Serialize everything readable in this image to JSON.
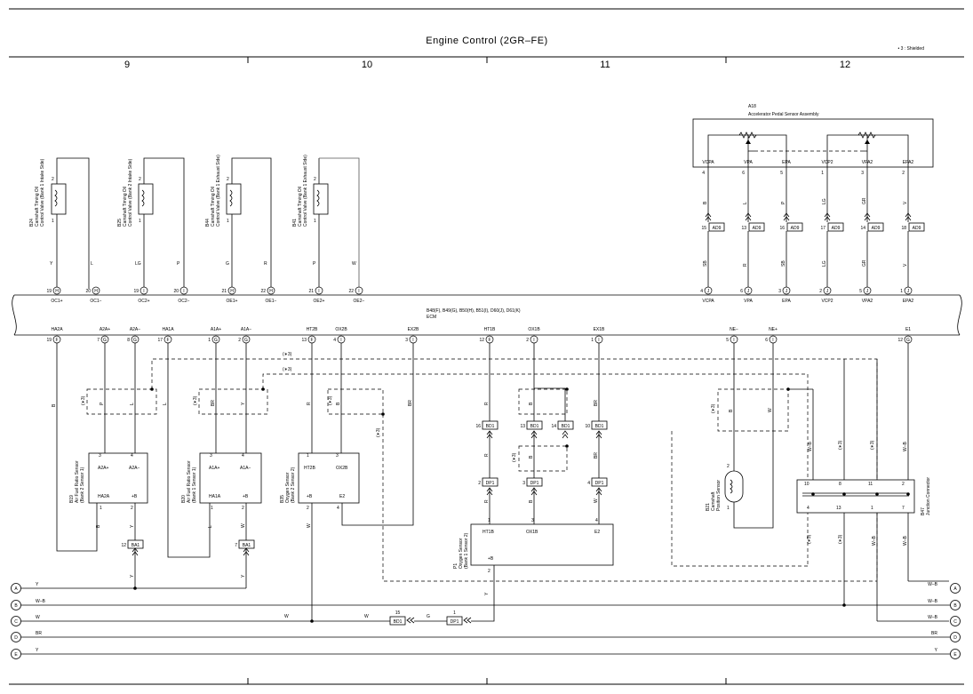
{
  "header": {
    "title": "Engine Control (2GR–FE)",
    "note": "• 3 : Shielded",
    "columns": [
      "9",
      "10",
      "11",
      "12"
    ]
  },
  "ecm": {
    "label_line1": "B48(F), B49(G), B50(H), B51(I), D60(J), D61(K)",
    "label_line2": "ECM",
    "top_pins": [
      {
        "num": "19",
        "conn": "H",
        "name": "OC1+"
      },
      {
        "num": "20",
        "conn": "H",
        "name": "OC1−"
      },
      {
        "num": "19",
        "conn": "I",
        "name": "OC2+"
      },
      {
        "num": "20",
        "conn": "I",
        "name": "OC2−"
      },
      {
        "num": "21",
        "conn": "H",
        "name": "OE1+"
      },
      {
        "num": "22",
        "conn": "H",
        "name": "OE1−"
      },
      {
        "num": "21",
        "conn": "I",
        "name": "OE2+"
      },
      {
        "num": "22",
        "conn": "I",
        "name": "OE2−"
      },
      {
        "num": "4",
        "conn": "J",
        "name": "VCPA"
      },
      {
        "num": "6",
        "conn": "J",
        "name": "VPA"
      },
      {
        "num": "3",
        "conn": "J",
        "name": "EPA"
      },
      {
        "num": "2",
        "conn": "J",
        "name": "VCP2"
      },
      {
        "num": "5",
        "conn": "J",
        "name": "VPA2"
      },
      {
        "num": "1",
        "conn": "J",
        "name": "EPA2"
      }
    ],
    "bottom_pins": [
      {
        "num": "19",
        "conn": "F",
        "name": "HA2A"
      },
      {
        "num": "7",
        "conn": "G",
        "name": "A2A+"
      },
      {
        "num": "8",
        "conn": "G",
        "name": "A2A−"
      },
      {
        "num": "17",
        "conn": "F",
        "name": "HA1A"
      },
      {
        "num": "1",
        "conn": "G",
        "name": "A1A+"
      },
      {
        "num": "2",
        "conn": "G",
        "name": "A1A−"
      },
      {
        "num": "13",
        "conn": "F",
        "name": "HT2B"
      },
      {
        "num": "4",
        "conn": "I",
        "name": "OX2B"
      },
      {
        "num": "3",
        "conn": "I",
        "name": "EX2B"
      },
      {
        "num": "12",
        "conn": "F",
        "name": "HT1B"
      },
      {
        "num": "2",
        "conn": "I",
        "name": "OX1B"
      },
      {
        "num": "1",
        "conn": "I",
        "name": "EX1B"
      },
      {
        "num": "5",
        "conn": "I",
        "name": "NE−"
      },
      {
        "num": "6",
        "conn": "I",
        "name": "NE+"
      },
      {
        "num": "12",
        "conn": "G",
        "name": "E1"
      }
    ]
  },
  "ocv": [
    {
      "code": "B24",
      "line1": "Camshaft Timing Oil",
      "line2": "Control Valve (Bank 1 Intake Side)",
      "w1": "Y",
      "w2": "L"
    },
    {
      "code": "B25",
      "line1": "Camshaft Timing Oil",
      "line2": "Control Valve (Bank 2 Intake Side)",
      "w1": "LG",
      "w2": "P"
    },
    {
      "code": "B44",
      "line1": "Camshaft Timing Oil",
      "line2": "Control Valve (Bank 1 Exhaust Side)",
      "w1": "G",
      "w2": "R"
    },
    {
      "code": "B41",
      "line1": "Camshaft Timing Oil",
      "line2": "Control Valve (Bank 1 Exhaust Side)",
      "w1": "P",
      "w2": "W"
    }
  ],
  "ocv_pins": {
    "upper": "2",
    "lower": "1"
  },
  "accel": {
    "code": "A18",
    "name": "Accelerator Pedal Sensor Assembly",
    "pins": [
      {
        "name": "VCPA",
        "pin": "4",
        "upper": "B",
        "lower": "SB",
        "conn_num": "15",
        "conn": "AD9"
      },
      {
        "name": "VPA",
        "pin": "6",
        "upper": "L",
        "lower": "R",
        "conn_num": "13",
        "conn": "AD9"
      },
      {
        "name": "EPA",
        "pin": "5",
        "upper": "P",
        "lower": "SB",
        "conn_num": "16",
        "conn": "AD9"
      },
      {
        "name": "VCP2",
        "pin": "1",
        "upper": "LG",
        "lower": "LG",
        "conn_num": "17",
        "conn": "AD9"
      },
      {
        "name": "VPA2",
        "pin": "3",
        "upper": "GR",
        "lower": "GR",
        "conn_num": "14",
        "conn": "AD9"
      },
      {
        "name": "EPA2",
        "pin": "2",
        "upper": "V",
        "lower": "V",
        "conn_num": "18",
        "conn": "AD9"
      }
    ]
  },
  "af_sensors": [
    {
      "code": "B19",
      "line1": "Air Fuel Ratio Sensor",
      "line2": "(Bank 2 Sensor 1)",
      "t1": "A2A+",
      "t2": "A2A−",
      "b1": "HA2A",
      "b2": "+B",
      "p1": "3",
      "p2": "4",
      "p3": "1",
      "p4": "2"
    },
    {
      "code": "B20",
      "line1": "Air Fuel Ratio Sensor",
      "line2": "(Bank 1 Sensor 1)",
      "t1": "A1A+",
      "t2": "A1A−",
      "b1": "HA1A",
      "b2": "+B",
      "p1": "3",
      "p2": "4",
      "p3": "1",
      "p4": "2"
    }
  ],
  "o2_b2": {
    "code": "B35",
    "line1": "Oxygen Sensor",
    "line2": "(Bank 2 Sensor 2)",
    "t1": "HT2B",
    "t2": "OX2B",
    "b1": "+B",
    "b2": "E2",
    "p1": "1",
    "p2": "3",
    "p3": "2",
    "p4": "4"
  },
  "o2_b1": {
    "code": "P1",
    "line1": "Oxygen Sensor",
    "line2": "(Bank 1 Sensor 2)",
    "t1": "HT1B",
    "t2": "OX1B",
    "t3": "E2",
    "b1": "+B",
    "p1": "1",
    "p2": "3",
    "p3": "4",
    "p4": "2"
  },
  "cam_pos": {
    "code": "B21",
    "line1": "Camshaft",
    "line2": "Position Sensor",
    "p_top": "2",
    "p_bot": "1"
  },
  "junction": {
    "code": "B47",
    "name": "Junction Connector",
    "top_pins": [
      "10",
      "8",
      "11",
      "2"
    ],
    "bottom_pins": [
      "4",
      "13",
      "1",
      "7"
    ]
  },
  "connectors": {
    "ba1_a": {
      "num": "12",
      "name": "BA1"
    },
    "ba1_b": {
      "num": "7",
      "name": "BA1"
    },
    "bd1_16": {
      "num": "16",
      "name": "BD1"
    },
    "bd1_13": {
      "num": "13",
      "name": "BD1"
    },
    "bd1_14": {
      "num": "14",
      "name": "BD1"
    },
    "bd1_10": {
      "num": "10",
      "name": "BD1"
    },
    "dp1_2": {
      "num": "2",
      "name": "DP1"
    },
    "dp1_3": {
      "num": "3",
      "name": "DP1"
    },
    "dp1_4": {
      "num": "4",
      "name": "DP1"
    },
    "bd1_15": {
      "num": "15",
      "name": "BD1"
    },
    "dp1_1": {
      "num": "1",
      "name": "DP1"
    }
  },
  "wire_colors": {
    "ha2a": "B",
    "a2ap": "P",
    "a2am": "L",
    "ha1a": "L",
    "a1ap": "BR",
    "a1am": "Y",
    "ht2b": "R",
    "ox2b": "B",
    "ex2b": "BR",
    "ht1b": "R",
    "ox1b": "B",
    "ex1b": "BR",
    "nem": "B",
    "nep": "W",
    "e1": "W–B",
    "af_b19_1": "B",
    "af_b19_2": "Y",
    "af_b20_1": "L",
    "af_b20_2": "W",
    "ba1_a_out": "Y",
    "ba1_b_out": "Y",
    "o2b2_plus": "W",
    "bd1_r": "R",
    "bd1_b": "B",
    "bd1_br": "BR",
    "o2b1_plus": "Y",
    "jc_a": "W–B",
    "jc_b": "W–B",
    "jc_c": "W–B",
    "jc_d": "W–B",
    "bd1_15_w": "W",
    "dp1_1_g": "G"
  },
  "shield_labels": {
    "s1": "(∗3)",
    "s2": "(∗3)",
    "s3": "(∗3)",
    "s4": "(∗3)",
    "s5": "(∗3)",
    "s6": "(∗3)",
    "s7": "(∗3)",
    "s8": "(∗3)",
    "s9": "(∗3)",
    "s10": "(∗3)",
    "s11": "(∗3)",
    "s12": "(∗3)"
  },
  "buses": [
    {
      "letter": "A",
      "color_left": "Y",
      "color_right": "W–B"
    },
    {
      "letter": "B",
      "color_left": "W–B",
      "color_right": "W–B"
    },
    {
      "letter": "C",
      "color_left": "W",
      "color_right": "W–B",
      "color_mid1": "W",
      "color_mid2": "W"
    },
    {
      "letter": "D",
      "color_left": "BR",
      "color_right": "BR"
    },
    {
      "letter": "E",
      "color_left": "Y",
      "color_right": "Y"
    }
  ]
}
